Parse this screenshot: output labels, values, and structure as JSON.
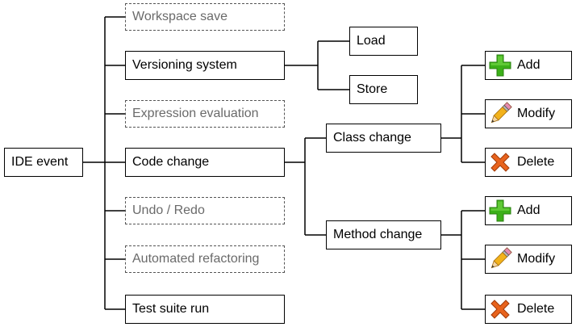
{
  "root": {
    "label": "IDE event"
  },
  "events": [
    {
      "id": "workspace-save",
      "label": "Workspace save",
      "style": "dashed"
    },
    {
      "id": "versioning-system",
      "label": "Versioning system",
      "style": "solid"
    },
    {
      "id": "expression-evaluation",
      "label": "Expression evaluation",
      "style": "dashed"
    },
    {
      "id": "code-change",
      "label": "Code change",
      "style": "solid"
    },
    {
      "id": "undo-redo",
      "label": "Undo / Redo",
      "style": "dashed"
    },
    {
      "id": "automated-refactoring",
      "label": "Automated refactoring",
      "style": "dashed"
    },
    {
      "id": "test-suite-run",
      "label": "Test suite run",
      "style": "solid"
    }
  ],
  "versioning": {
    "load": "Load",
    "store": "Store"
  },
  "code_change": {
    "class_change": "Class change",
    "method_change": "Method change"
  },
  "class_actions": {
    "add": "Add",
    "modify": "Modify",
    "delete": "Delete"
  },
  "method_actions": {
    "add": "Add",
    "modify": "Modify",
    "delete": "Delete"
  },
  "icons": {
    "add": "plus-icon",
    "modify": "pencil-icon",
    "delete": "cross-icon"
  },
  "colors": {
    "add_icon": "#3cb019",
    "modify_icon": "#f2b21b",
    "delete_icon": "#e8631d",
    "line": "#000000",
    "dashed_text": "#6a6a6a"
  }
}
